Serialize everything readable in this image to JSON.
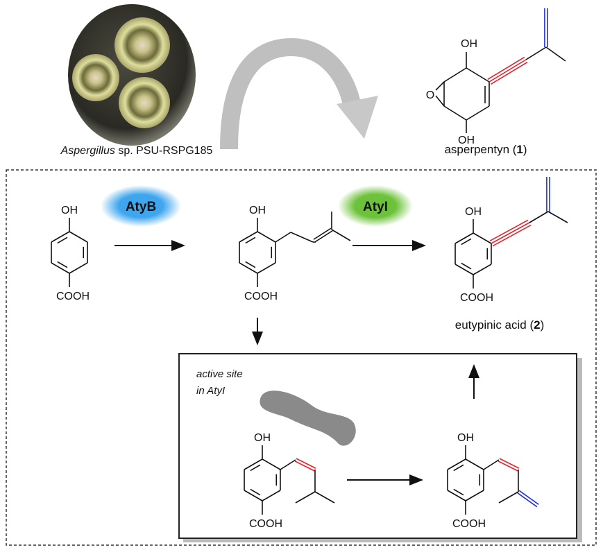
{
  "organism": {
    "genus": "Aspergillus",
    "rest": " sp. PSU-RSPG185"
  },
  "compound1": {
    "name": "asperpentyn (",
    "num": "1",
    "close": ")"
  },
  "compound2": {
    "name": "eutypinic acid (",
    "num": "2",
    "close": ")"
  },
  "enzymes": {
    "atyb": "AtyB",
    "atyi": "AtyI"
  },
  "labels": {
    "oh": "OH",
    "cooh": "COOH",
    "o": "O",
    "active_site_1": "active site",
    "active_site_2": "in AtyI"
  },
  "colors": {
    "alkyne": "#e8212b",
    "alkene_new": "#2230d8",
    "atyb_glow": "#3fa6ee",
    "atyi_glow": "#6cc23a"
  }
}
